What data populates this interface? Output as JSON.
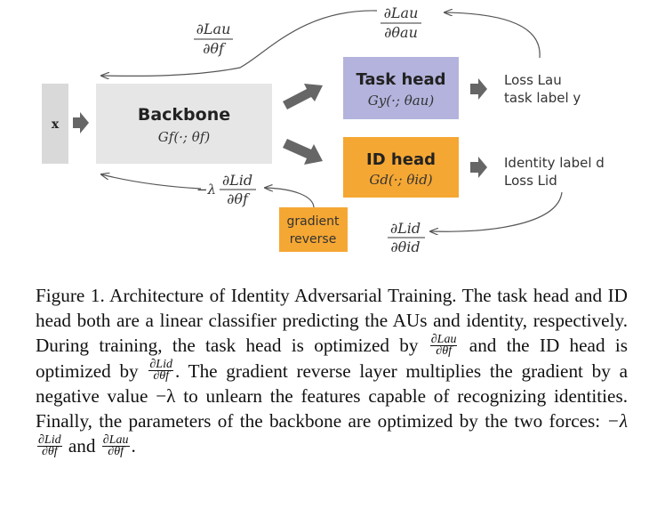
{
  "diagram": {
    "input_label": "x",
    "backbone": {
      "title": "Backbone",
      "formula": "Gf(·; θf)"
    },
    "task_head": {
      "title": "Task head",
      "formula": "Gy(·; θau)"
    },
    "id_head": {
      "title": "ID head",
      "formula": "Gd(·; θid)"
    },
    "gradient_reverse": {
      "line1": "gradient",
      "line2": "reverse"
    },
    "task_output": {
      "line1": "Loss Lau",
      "line2": "task label y"
    },
    "id_output": {
      "line1": "Identity label d",
      "line2": "Loss Lid"
    },
    "grad_top": {
      "num": "∂Lau",
      "den": "∂θau"
    },
    "grad_backbone_task": {
      "num": "∂Lau",
      "den": "∂θf"
    },
    "grad_backbone_id": {
      "prefix": "−λ",
      "num": "∂Lid",
      "den": "∂θf"
    },
    "grad_id": {
      "num": "∂Lid",
      "den": "∂θid"
    },
    "colors": {
      "input_box": "#d9d9d9",
      "backbone_box": "#e6e6e6",
      "task_head_box": "#b3b3dd",
      "id_head_box": "#f5a733",
      "gradient_reverse_box": "#f5a733",
      "arrow": "#666666"
    }
  },
  "caption": {
    "s1": "Figure 1. Architecture of Identity Adversarial Training. The task head and ID head both are a linear classifier predicting the AUs and identity, respectively. During training, the task head is optimized by",
    "f1_num": "∂Lau",
    "f1_den": "∂θf",
    "s2": "and the ID head is optimized by",
    "f2_num": "∂Lid",
    "f2_den": "∂θf",
    "s3": ". The gradient reverse layer multiplies the gradient by a negative value −λ to unlearn the features capable of recognizing identities. Finally, the parameters of the backbone are optimized by the two forces:",
    "s4": "−λ",
    "f3_num": "∂Lid",
    "f3_den": "∂θf",
    "s5": "and",
    "f4_num": "∂Lau",
    "f4_den": "∂θf",
    "s6": "."
  }
}
